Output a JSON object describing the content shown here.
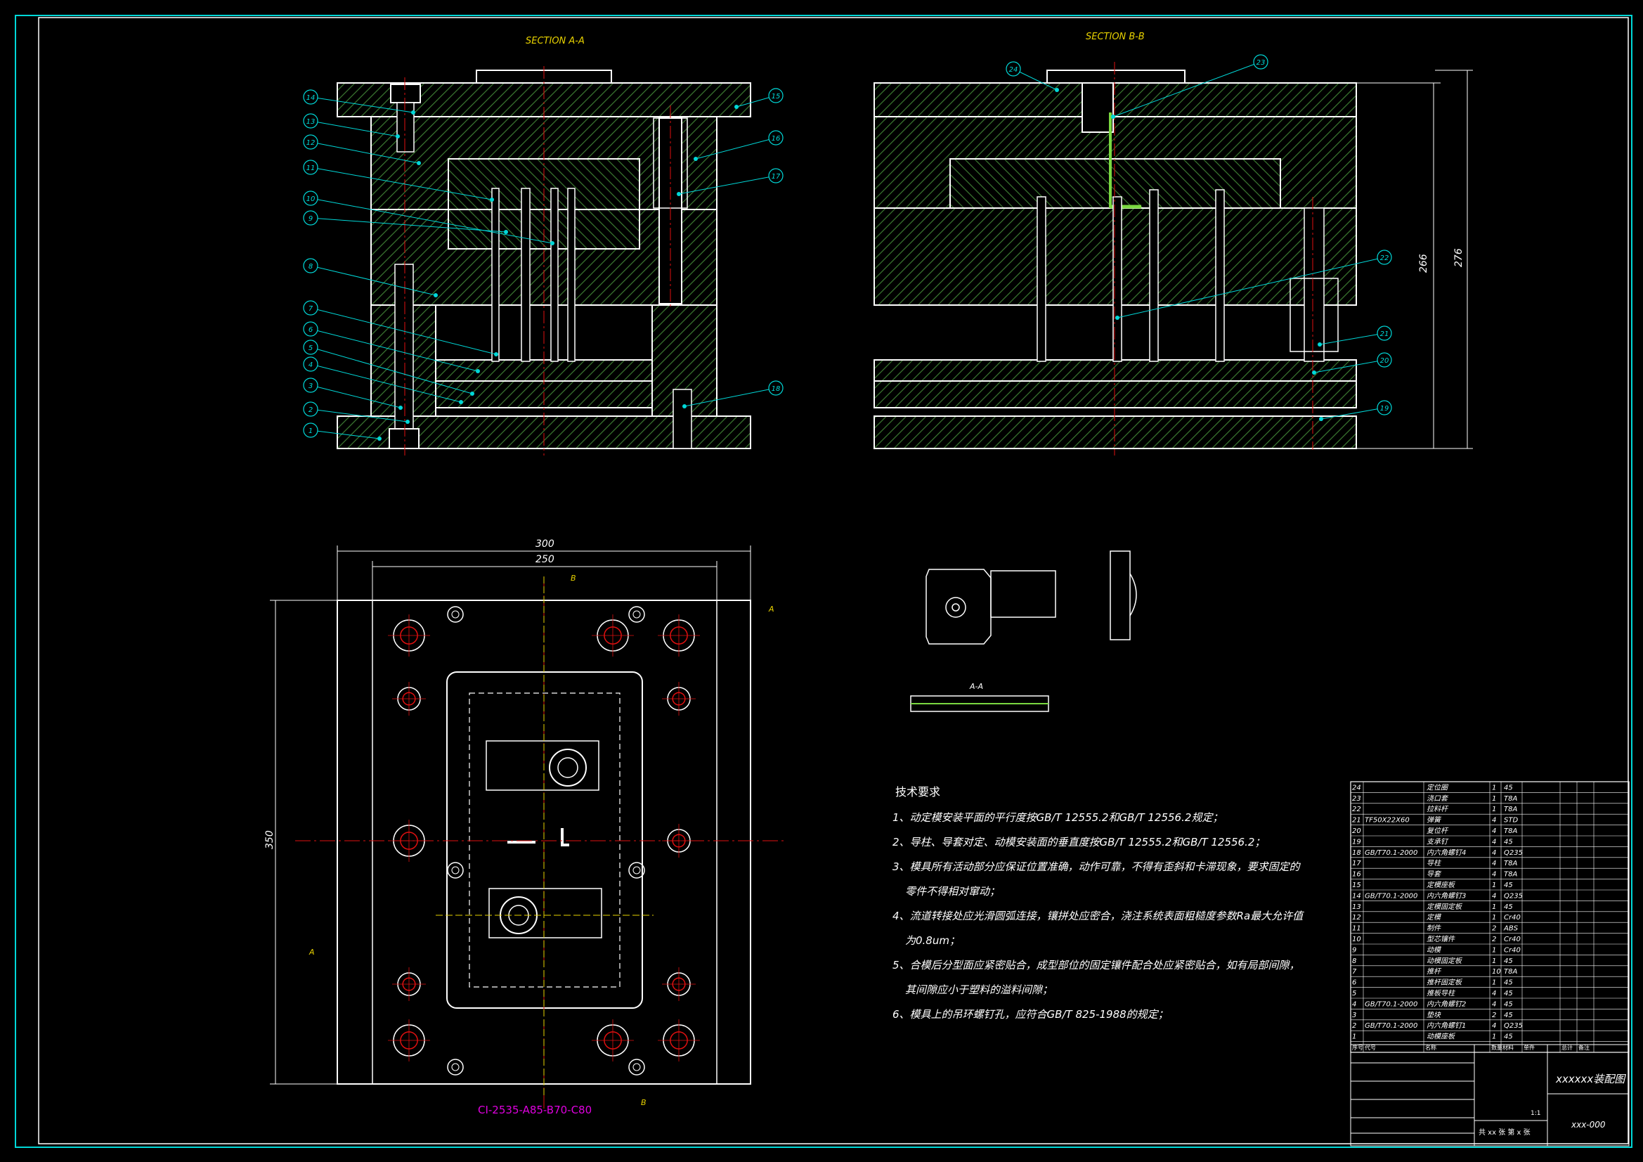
{
  "sections": {
    "a_a_title": "SECTION A-A",
    "b_b_title": "SECTION B-B"
  },
  "balloons_left": [
    "14",
    "13",
    "12",
    "11",
    "10",
    "9",
    "8",
    "7",
    "6",
    "5",
    "4",
    "3",
    "2",
    "1"
  ],
  "balloons_right_a": [
    "15",
    "16",
    "17",
    "18"
  ],
  "balloons_b": [
    "24",
    "23",
    "22",
    "21",
    "20",
    "19"
  ],
  "dimensions": {
    "width_300": "300",
    "width_250": "250",
    "height_350": "350",
    "height_266": "266",
    "height_276": "276"
  },
  "section_marks": {
    "a": "A",
    "b": "B"
  },
  "part_section_label": "A-A",
  "mold_base_code": "CI-2535-A85-B70-C80",
  "technical_requirements": {
    "title": "技术要求",
    "items": [
      "1、动定模安装平面的平行度按GB/T 12555.2和GB/T 12556.2规定；",
      "2、导柱、导套对定、动模安装面的垂直度按GB/T 12555.2和GB/T 12556.2；",
      "3、模具所有活动部分应保证位置准确，动作可靠，不得有歪斜和卡滞现象，要求固定的",
      "零件不得相对窜动；",
      "4、流道转接处应光滑圆弧连接，镶拼处应密合，浇注系统表面粗糙度参数Ra最大允许值",
      "为0.8um；",
      "5、合模后分型面应紧密贴合，成型部位的固定镶件配合处应紧密贴合，如有局部间隙，",
      "其间隙应小于塑料的溢料间隙；",
      "6、模具上的吊环螺钉孔，应符合GB/T 825-1988的规定；"
    ]
  },
  "bom": [
    {
      "no": "24",
      "std": "",
      "name": "定位圈",
      "qty": "1",
      "mat": "45"
    },
    {
      "no": "23",
      "std": "",
      "name": "浇口套",
      "qty": "1",
      "mat": "T8A"
    },
    {
      "no": "22",
      "std": "",
      "name": "拉料杆",
      "qty": "1",
      "mat": "T8A"
    },
    {
      "no": "21",
      "std": "TF50X22X60",
      "name": "弹簧",
      "qty": "4",
      "mat": "STD"
    },
    {
      "no": "20",
      "std": "",
      "name": "复位杆",
      "qty": "4",
      "mat": "T8A"
    },
    {
      "no": "19",
      "std": "",
      "name": "支承钉",
      "qty": "4",
      "mat": "45"
    },
    {
      "no": "18",
      "std": "GB/T70.1-2000",
      "name": "内六角螺钉4",
      "qty": "4",
      "mat": "Q235"
    },
    {
      "no": "17",
      "std": "",
      "name": "导柱",
      "qty": "4",
      "mat": "T8A"
    },
    {
      "no": "16",
      "std": "",
      "name": "导套",
      "qty": "4",
      "mat": "T8A"
    },
    {
      "no": "15",
      "std": "",
      "name": "定模座板",
      "qty": "1",
      "mat": "45"
    },
    {
      "no": "14",
      "std": "GB/T70.1-2000",
      "name": "内六角螺钉3",
      "qty": "4",
      "mat": "Q235"
    },
    {
      "no": "13",
      "std": "",
      "name": "定模固定板",
      "qty": "1",
      "mat": "45"
    },
    {
      "no": "12",
      "std": "",
      "name": "定模",
      "qty": "1",
      "mat": "Cr40"
    },
    {
      "no": "11",
      "std": "",
      "name": "制件",
      "qty": "2",
      "mat": "ABS"
    },
    {
      "no": "10",
      "std": "",
      "name": "型芯镶件",
      "qty": "2",
      "mat": "Cr40"
    },
    {
      "no": "9",
      "std": "",
      "name": "动模",
      "qty": "1",
      "mat": "Cr40"
    },
    {
      "no": "8",
      "std": "",
      "name": "动模固定板",
      "qty": "1",
      "mat": "45"
    },
    {
      "no": "7",
      "std": "",
      "name": "推杆",
      "qty": "10",
      "mat": "T8A"
    },
    {
      "no": "6",
      "std": "",
      "name": "推杆固定板",
      "qty": "1",
      "mat": "45"
    },
    {
      "no": "5",
      "std": "",
      "name": "推板导柱",
      "qty": "4",
      "mat": "45"
    },
    {
      "no": "4",
      "std": "GB/T70.1-2000",
      "name": "内六角螺钉2",
      "qty": "4",
      "mat": "45"
    },
    {
      "no": "3",
      "std": "",
      "name": "垫块",
      "qty": "2",
      "mat": "45"
    },
    {
      "no": "2",
      "std": "GB/T70.1-2000",
      "name": "内六角螺钉1",
      "qty": "4",
      "mat": "Q235"
    },
    {
      "no": "1",
      "std": "",
      "name": "动模座板",
      "qty": "1",
      "mat": "45"
    }
  ],
  "bom_header": [
    "序号",
    "代号",
    "名称",
    "数量",
    "材料",
    "单件",
    "总计",
    "备注"
  ],
  "title_block": {
    "drawing_title": "xxxxxx装配图",
    "drawing_no": "xxx-000",
    "scale": "1:1",
    "sheets": "共 xx 张  第 x 张"
  },
  "colors": {
    "background": "#000000",
    "outline": "#ffffff",
    "hatch": "#3c7a32",
    "centerline": "#e01010",
    "leader": "#00d8d8",
    "section_text": "#e8d200",
    "code_text": "#e000e0"
  }
}
